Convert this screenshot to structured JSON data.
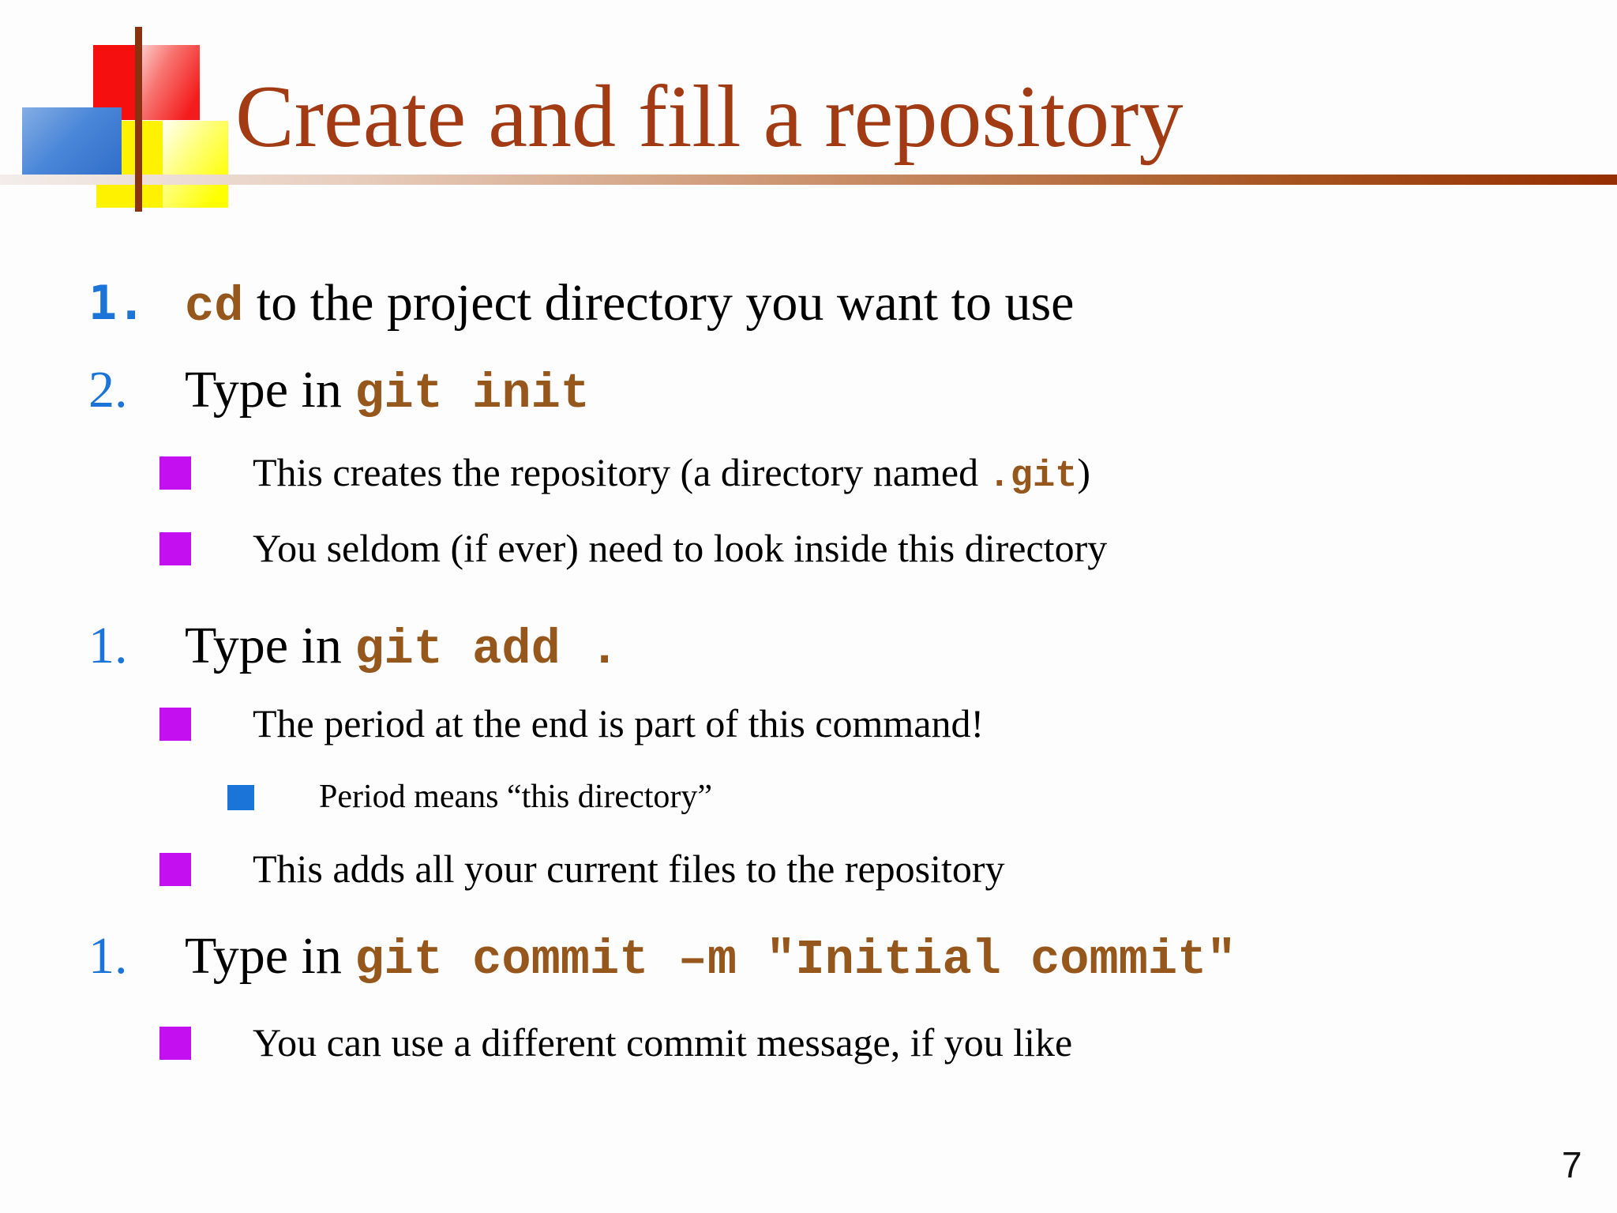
{
  "slide": {
    "title": "Create and fill a repository",
    "page_number": "7",
    "colors": {
      "title_brown": "#A23B14",
      "accent_blue": "#1B74D8",
      "code_brown": "#96571D",
      "bullet_magenta": "#C40FF0",
      "bullet_blue": "#1B74D8",
      "logo_red": "#F50F0F",
      "logo_yellow": "#FFF200",
      "logo_blue": "#2E6CC8",
      "rule_dark_end": "#962F03"
    },
    "rows": [
      {
        "level": 1,
        "marker": "1.",
        "marker_font": "mono",
        "segments": [
          {
            "style": "code",
            "text": "cd"
          },
          {
            "style": "plain",
            "text": " to the project directory you want to use"
          }
        ]
      },
      {
        "level": 1,
        "marker": "2.",
        "marker_font": "serif",
        "segments": [
          {
            "style": "plain",
            "text": "Type in "
          },
          {
            "style": "code",
            "text": "git init"
          }
        ]
      },
      {
        "level": 2,
        "bullet": "magenta-square",
        "segments": [
          {
            "style": "plain",
            "text": "This creates the repository (a directory named "
          },
          {
            "style": "code",
            "text": ".git"
          },
          {
            "style": "plain",
            "text": ")"
          }
        ]
      },
      {
        "level": 2,
        "bullet": "magenta-square",
        "segments": [
          {
            "style": "plain",
            "text": "You seldom (if ever) need to look inside this directory"
          }
        ]
      },
      {
        "level": 1,
        "marker": "1.",
        "marker_font": "serif",
        "segments": [
          {
            "style": "plain",
            "text": "Type in "
          },
          {
            "style": "code",
            "text": "git add ."
          }
        ]
      },
      {
        "level": 2,
        "bullet": "magenta-square",
        "segments": [
          {
            "style": "plain",
            "text": "The period at the end is part of this command!"
          }
        ]
      },
      {
        "level": 3,
        "bullet": "blue-square",
        "segments": [
          {
            "style": "plain",
            "text": "Period means “this directory”"
          }
        ]
      },
      {
        "level": 2,
        "bullet": "magenta-square",
        "segments": [
          {
            "style": "plain",
            "text": "This adds all your current files to the repository"
          }
        ]
      },
      {
        "level": 1,
        "marker": "1.",
        "marker_font": "serif",
        "segments": [
          {
            "style": "plain",
            "text": "Type in "
          },
          {
            "style": "code",
            "text": "git commit –m \"Initial commit\""
          }
        ]
      },
      {
        "level": 2,
        "bullet": "magenta-square",
        "segments": [
          {
            "style": "plain",
            "text": "You can use a different commit message, if you like"
          }
        ]
      }
    ]
  }
}
